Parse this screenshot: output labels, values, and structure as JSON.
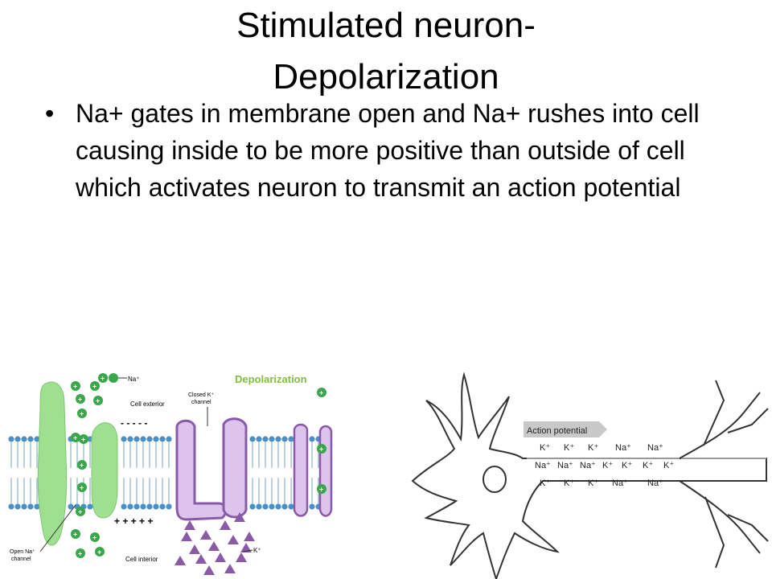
{
  "slide": {
    "title_line1": "Stimulated neuron-",
    "title_line2": "Depolarization",
    "bullets": [
      "Na+ gates in membrane open and Na+ rushes into cell causing inside to be more positive than outside of cell which activates neuron to transmit an action potential"
    ]
  },
  "membrane_figure": {
    "heading": "Depolarization",
    "na_legend": "Na⁺",
    "k_legend": "K⁺",
    "cell_exterior": "Cell exterior",
    "cell_interior": "Cell interior",
    "closed_k_channel_line1": "Closed K⁺",
    "closed_k_channel_line2": "channel",
    "open_na_channel_line1": "Open Na⁺",
    "open_na_channel_line2": "channel",
    "exterior_charges": "- - - - -",
    "interior_charges": "+ + + + +",
    "colors": {
      "na": "#3aa64a",
      "k": "#8a5aa8",
      "heading": "#7fbf3f",
      "channel_na": "#9fe090",
      "channel_k": "#dcc4ec",
      "lipid": "#4a90c8"
    }
  },
  "neuron_figure": {
    "action_potential_label": "Action potential",
    "row1": [
      "K⁺",
      "K⁺",
      "K⁺",
      "Na⁺",
      "Na⁺"
    ],
    "row2": [
      "Na⁺",
      "Na⁺",
      "Na⁺",
      "K⁺",
      "K⁺",
      "K⁺",
      "K⁺"
    ],
    "row3": [
      "K⁺",
      "K⁺",
      "K⁺",
      "Na⁺",
      "Na⁺"
    ]
  }
}
